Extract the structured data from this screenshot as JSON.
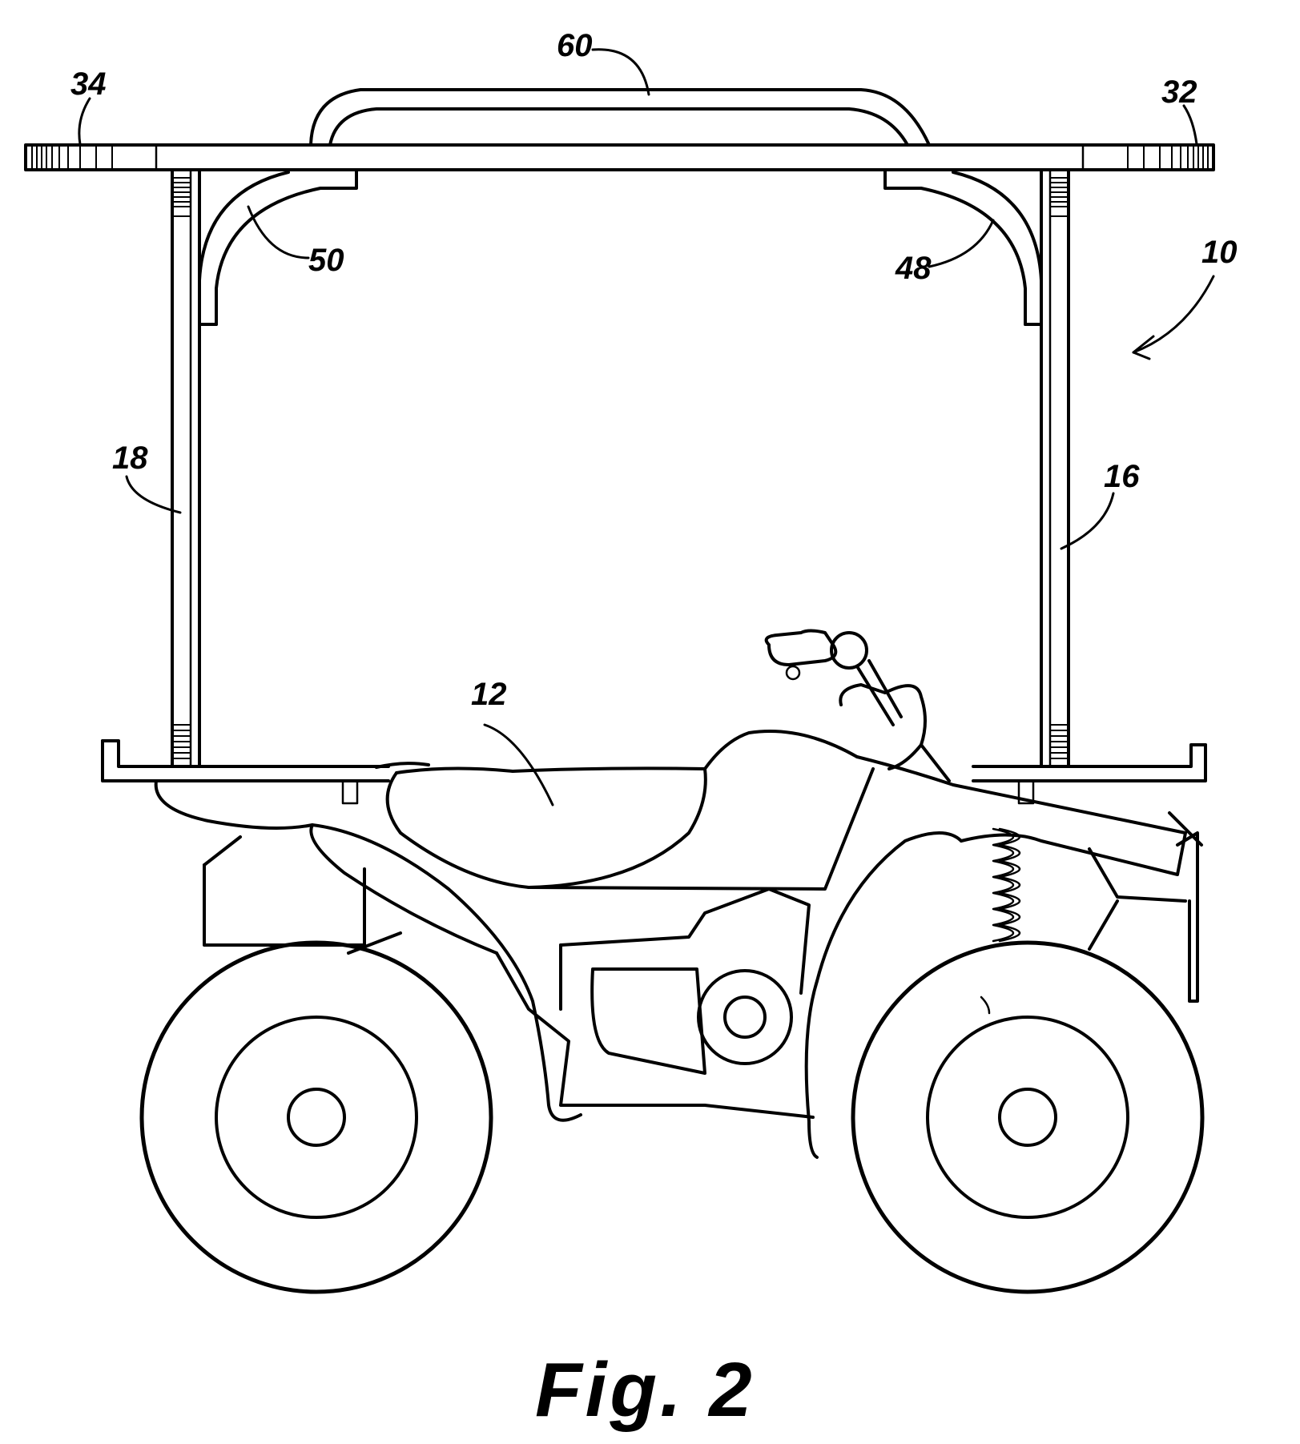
{
  "figure": {
    "caption": "Fig. 2",
    "labels": {
      "rack_assembly": "10",
      "vehicle": "12",
      "right_post": "16",
      "left_post": "18",
      "right_end": "32",
      "left_end": "34",
      "right_brace": "48",
      "left_brace": "50",
      "handle": "60"
    }
  }
}
